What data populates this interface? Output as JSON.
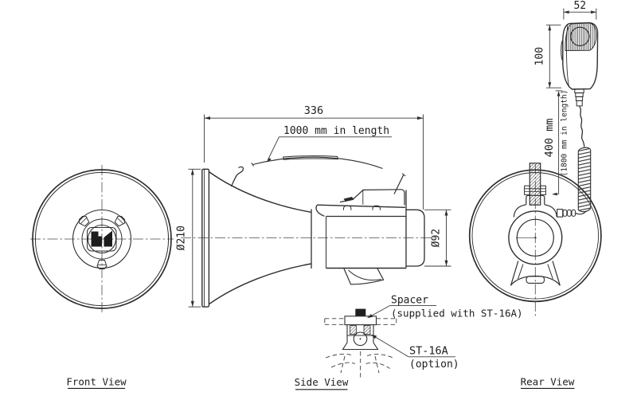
{
  "views": {
    "front": {
      "label": "Front View"
    },
    "side": {
      "label": "Side View"
    },
    "rear": {
      "label": "Rear View"
    }
  },
  "dimensions": {
    "overall_length": "336",
    "strap_length": "1000 mm in length",
    "bell_diameter": "Ø210",
    "body_diameter": "Ø92",
    "mic_width": "52",
    "mic_height": "100",
    "mic_cord_length": "400 mm",
    "mic_cord_note": "(1800 mm in length)"
  },
  "annotations": {
    "spacer": {
      "label": "Spacer",
      "note": "(supplied with ST-16A)"
    },
    "bracket": {
      "label": "ST-16A",
      "note": "(option)"
    }
  },
  "colors": {
    "line": "#2e2e2e",
    "background": "#ffffff",
    "dark_fill": "#1f1f1f"
  }
}
